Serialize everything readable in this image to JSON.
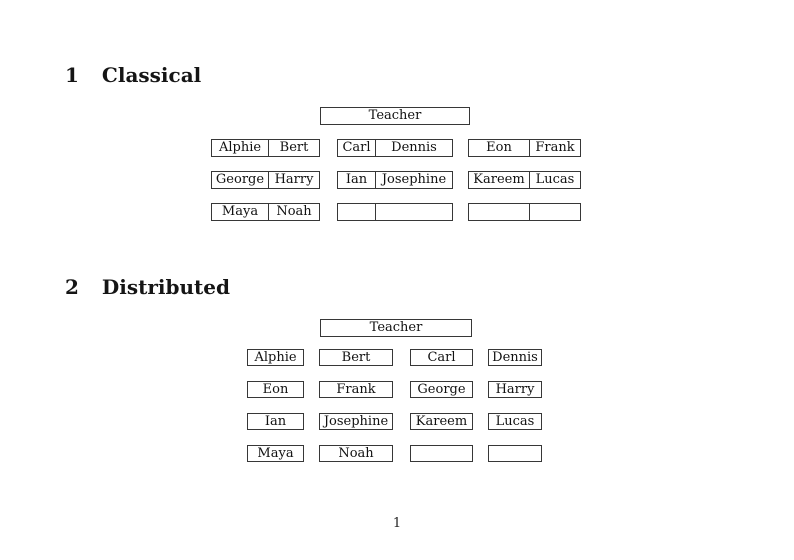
{
  "page": {
    "number": "1"
  },
  "sections": [
    {
      "number": "1",
      "title": "Classical"
    },
    {
      "number": "2",
      "title": "Distributed"
    }
  ],
  "classical": {
    "teacher": "Teacher",
    "columns": [
      {
        "seats": [
          [
            "Alphie",
            "Bert"
          ],
          [
            "George",
            "Harry"
          ],
          [
            "Maya",
            "Noah"
          ]
        ]
      },
      {
        "seats": [
          [
            "Carl",
            "Dennis"
          ],
          [
            "Ian",
            "Josephine"
          ],
          [
            "",
            ""
          ]
        ]
      },
      {
        "seats": [
          [
            "Eon",
            "Frank"
          ],
          [
            "Kareem",
            "Lucas"
          ],
          [
            "",
            ""
          ]
        ]
      }
    ]
  },
  "distributed": {
    "teacher": "Teacher",
    "rows": [
      [
        "Alphie",
        "Bert",
        "Carl",
        "Dennis"
      ],
      [
        "Eon",
        "Frank",
        "George",
        "Harry"
      ],
      [
        "Ian",
        "Josephine",
        "Kareem",
        "Lucas"
      ],
      [
        "Maya",
        "Noah",
        "",
        ""
      ]
    ]
  }
}
